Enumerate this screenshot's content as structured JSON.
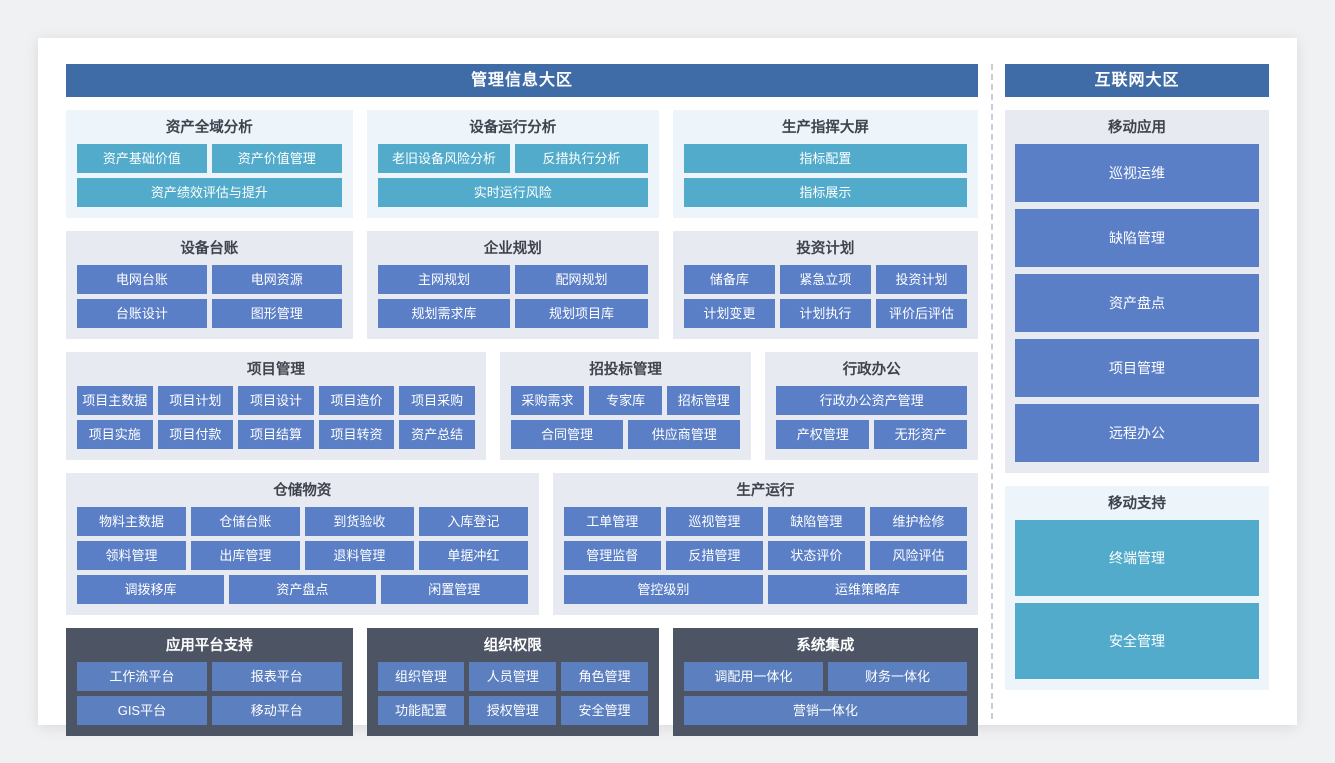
{
  "left_region": {
    "banner": "管理信息大区",
    "rows": [
      {
        "groups": [
          {
            "title": "资产全域分析",
            "theme": "teal",
            "flex": 286,
            "rows": [
              [
                "资产基础价值",
                "资产价值管理"
              ],
              [
                "资产绩效评估与提升"
              ]
            ]
          },
          {
            "title": "设备运行分析",
            "theme": "teal",
            "flex": 292,
            "rows": [
              [
                "老旧设备风险分析",
                "反措执行分析"
              ],
              [
                "实时运行风险"
              ]
            ]
          },
          {
            "title": "生产指挥大屏",
            "theme": "teal",
            "flex": 306,
            "rows": [
              [
                "指标配置"
              ],
              [
                "指标展示"
              ]
            ]
          }
        ]
      },
      {
        "groups": [
          {
            "title": "设备台账",
            "theme": "blue",
            "flex": 286,
            "rows": [
              [
                "电网台账",
                "电网资源"
              ],
              [
                "台账设计",
                "图形管理"
              ]
            ]
          },
          {
            "title": "企业规划",
            "theme": "blue",
            "flex": 292,
            "rows": [
              [
                "主网规划",
                "配网规划"
              ],
              [
                "规划需求库",
                "规划项目库"
              ]
            ]
          },
          {
            "title": "投资计划",
            "theme": "blue",
            "flex": 306,
            "rows": [
              [
                "储备库",
                "紧急立项",
                "投资计划"
              ],
              [
                "计划变更",
                "计划执行",
                "评价后评估"
              ]
            ]
          }
        ]
      },
      {
        "groups": [
          {
            "title": "项目管理",
            "theme": "blue",
            "flex": 430,
            "rows": [
              [
                "项目主数据",
                "项目计划",
                "项目设计",
                "项目造价",
                "项目采购"
              ],
              [
                "项目实施",
                "项目付款",
                "项目结算",
                "项目转资",
                "资产总结"
              ]
            ]
          },
          {
            "title": "招投标管理",
            "theme": "blue",
            "flex": 248,
            "rows": [
              [
                "采购需求",
                "专家库",
                "招标管理"
              ],
              [
                "合同管理",
                "供应商管理"
              ]
            ]
          },
          {
            "title": "行政办公",
            "theme": "blue",
            "flex": 206,
            "rows": [
              [
                "行政办公资产管理"
              ],
              [
                "产权管理",
                "无形资产"
              ]
            ]
          }
        ]
      },
      {
        "groups": [
          {
            "title": "仓储物资",
            "theme": "blue",
            "flex": 474,
            "rows": [
              [
                "物料主数据",
                "仓储台账",
                "到货验收",
                "入库登记"
              ],
              [
                "领料管理",
                "出库管理",
                "退料管理",
                "单据冲红"
              ],
              [
                "调拨移库",
                "资产盘点",
                "闲置管理"
              ]
            ]
          },
          {
            "title": "生产运行",
            "theme": "blue",
            "flex": 424,
            "rows": [
              [
                "工单管理",
                "巡视管理",
                "缺陷管理",
                "维护检修"
              ],
              [
                "管理监督",
                "反措管理",
                "状态评价",
                "风险评估"
              ],
              [
                "管控级别",
                "运维策略库"
              ]
            ]
          }
        ]
      },
      {
        "groups": [
          {
            "title": "应用平台支持",
            "theme": "dark",
            "flex": 286,
            "rows": [
              [
                "工作流平台",
                "报表平台"
              ],
              [
                "GIS平台",
                "移动平台"
              ]
            ]
          },
          {
            "title": "组织权限",
            "theme": "dark",
            "flex": 292,
            "rows": [
              [
                "组织管理",
                "人员管理",
                "角色管理"
              ],
              [
                "功能配置",
                "授权管理",
                "安全管理"
              ]
            ]
          },
          {
            "title": "系统集成",
            "theme": "dark",
            "flex": 306,
            "rows": [
              [
                "调配用一体化",
                "财务一体化"
              ],
              [
                "营销一体化"
              ]
            ]
          }
        ]
      }
    ]
  },
  "right_region": {
    "banner": "互联网大区",
    "panels": [
      {
        "title": "移动应用",
        "theme": "blue",
        "items": [
          "巡视运维",
          "缺陷管理",
          "资产盘点",
          "项目管理",
          "远程办公"
        ]
      },
      {
        "title": "移动支持",
        "theme": "light",
        "items": [
          "终端管理",
          "安全管理"
        ]
      }
    ]
  },
  "colors": {
    "banner": "#3f6ba6",
    "teal_button": "#52abcb",
    "blue_button": "#5b7fc7",
    "dark_card": "#4d5463",
    "teal_card_bg": "#edf4fa",
    "blue_card_bg": "#e7eaf0",
    "divider": "#c9ccd2"
  }
}
